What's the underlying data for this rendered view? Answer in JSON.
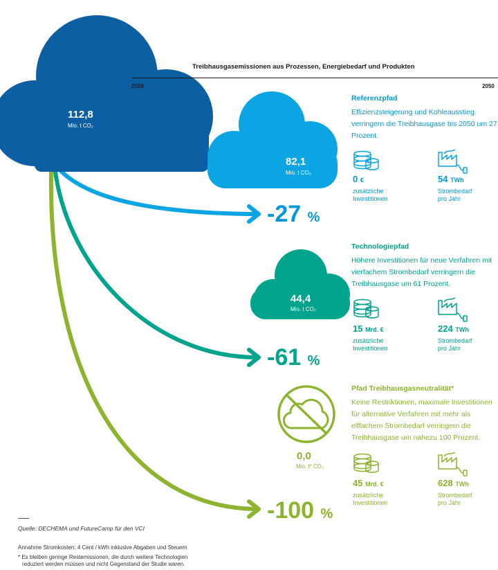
{
  "title": "Treibhausgasemissionen aus Prozessen, Energiebedarf und Produkten",
  "year_start": "2020",
  "year_end": "2050",
  "colors": {
    "dark_blue": "#0d5fa3",
    "light_blue": "#0aa5e2",
    "teal": "#00a38b",
    "green": "#8cb42e"
  },
  "start_cloud": {
    "value": "112,8",
    "unit": "Mio. t CO₂"
  },
  "chart_data": {
    "type": "flow",
    "title": "Treibhausgasemissionen aus Prozessen, Energiebedarf und Produkten",
    "x": [
      "2020",
      "2050"
    ],
    "start_value": 112.8,
    "unit": "Mio. t CO₂",
    "series": [
      {
        "name": "Referenzpfad",
        "value": 82.1,
        "change_pct": -27,
        "color": "#0aa5e2"
      },
      {
        "name": "Technologiepfad",
        "value": 44.4,
        "change_pct": -61,
        "color": "#00a38b"
      },
      {
        "name": "Pfad Treibhausgasneutralität*",
        "value": 0.0,
        "change_pct": -100,
        "color": "#8cb42e"
      }
    ]
  },
  "paths": [
    {
      "title": "Referenzpfad",
      "description": "Effizienzsteigerung und Kohleausstieg verringern die Treibhausgase bis 2050 um 27 Prozent.",
      "cloud_value": "82,1",
      "cloud_unit": "Mio. t CO₂",
      "percent": "-27",
      "percent_sign": "%",
      "investment_value": "0",
      "investment_unit": "€",
      "investment_label_1": "zusätzliche",
      "investment_label_2": "Investitionen",
      "power_value": "54",
      "power_unit": "TWh",
      "power_label_1": "Strombedarf",
      "power_label_2": "pro Jahr",
      "icon_coins": "coins-stack-icon",
      "icon_factory": "factory-plug-icon"
    },
    {
      "title": "Technologiepfad",
      "description": "Höhere Investitionen für neue Verfahren mit vierfachem Strombedarf verringern die Treibhausgase um 61 Prozent.",
      "cloud_value": "44,4",
      "cloud_unit": "Mio. t CO₂",
      "percent": "-61",
      "percent_sign": "%",
      "investment_value": "15",
      "investment_unit": "Mrd. €",
      "investment_label_1": "zusätzliche",
      "investment_label_2": "Investitionen",
      "power_value": "224",
      "power_unit": "TWh",
      "power_label_1": "Strombedarf",
      "power_label_2": "pro Jahr",
      "icon_coins": "coins-stack-icon",
      "icon_factory": "factory-plug-icon"
    },
    {
      "title": "Pfad Treibhausgasneutralität*",
      "description": "Keine Restriktionen, maximale Investitionen für alternative Verfahren mit mehr als elffachem Strombedarf verringern die Treibhausgase um nahezu 100 Prozent.",
      "cloud_value": "0,0",
      "cloud_unit": "Mio. t* CO₂",
      "percent": "-100",
      "percent_sign": "%",
      "investment_value": "45",
      "investment_unit": "Mrd. €",
      "investment_label_1": "zusätzliche",
      "investment_label_2": "Investitionen",
      "power_value": "628",
      "power_unit": "TWh",
      "power_label_1": "Strombedarf",
      "power_label_2": "pro Jahr",
      "icon_crossed_cloud": "crossed-out-cloud-icon",
      "icon_coins": "coins-stack-icon",
      "icon_factory": "factory-plug-icon"
    }
  ],
  "footer": {
    "source": "Quelle: DECHEMA und FutureCamp für den VCI",
    "note_1": "Annahme Stromkosten: 4 Cent / kWh inklusive Abgaben und Steuern",
    "note_2a": "* Es bleiben geringe Restemissionen, die durch weitere Technologien",
    "note_2b": "reduziert werden müssen und nicht Gegenstand der Studie waren."
  }
}
